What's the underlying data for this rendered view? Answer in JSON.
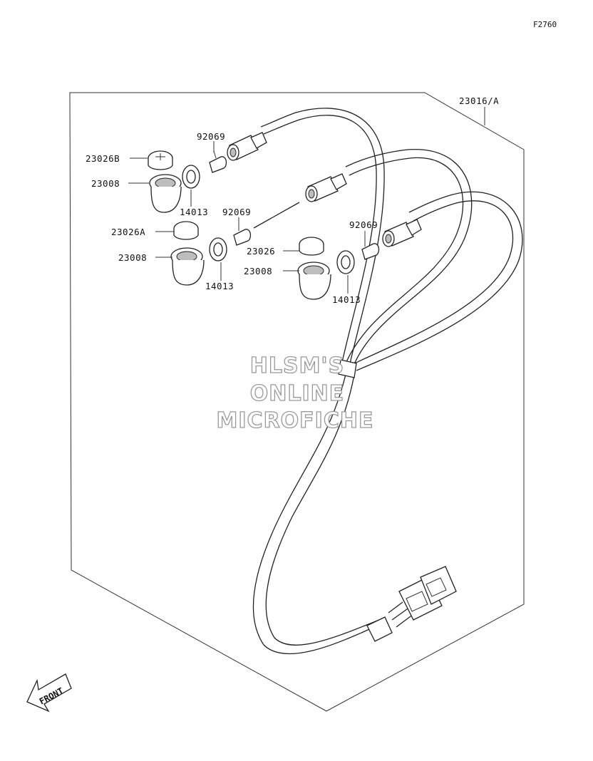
{
  "figure_code": "F2760",
  "watermark": {
    "line1": "HLSM'S",
    "line2": "ONLINE",
    "line3": "MICROFICHE"
  },
  "front_label": "FRONT",
  "callouts": {
    "harness": "23016/A",
    "cap_b": "23026B",
    "socket_1": "23008",
    "grommet_1": "14013",
    "bulb_1": "92069",
    "cap_a": "23026A",
    "socket_2": "23008",
    "grommet_2": "14013",
    "bulb_2": "92069",
    "cap_plain": "23026",
    "socket_3": "23008",
    "bulb_3": "92069",
    "grommet_3": "14013"
  }
}
